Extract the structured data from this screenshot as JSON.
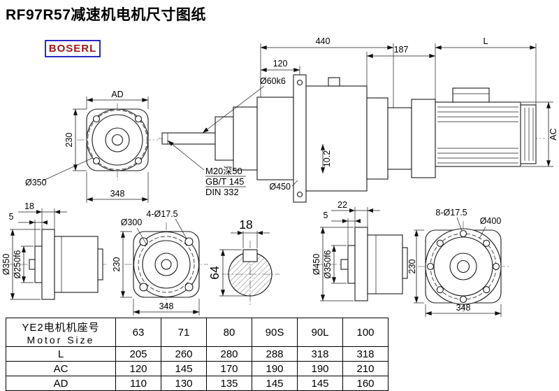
{
  "title": "RF97R57减速机电机尺寸图纸",
  "logo": "BOSERL",
  "front_view": {
    "ad": "AD",
    "h230": "230",
    "d350": "Ø350",
    "w348": "348"
  },
  "main_view": {
    "w440": "440",
    "w120": "120",
    "shaft_dia": "Ø60k6",
    "w187": "187",
    "wL": "L",
    "ac": "AC",
    "note1": "M20深50",
    "note2": "GB/T 145",
    "note3": "DIN 332",
    "flange_dia": "Ø450",
    "key_depth": "10.2"
  },
  "out_flange_side": {
    "t18": "18",
    "t5": "5",
    "d350": "Ø350",
    "d250": "Ø250f6"
  },
  "out_flange_front": {
    "holes": "4-Ø17.5",
    "d300": "Ø300",
    "h230": "230",
    "w348": "348"
  },
  "shaft_section": {
    "key_w": "18",
    "h64": "64"
  },
  "motor_flange_side": {
    "t22": "22",
    "t5": "5",
    "d450": "Ø450",
    "d350": "Ø350f6"
  },
  "motor_flange_front": {
    "holes": "8-Ø17.5",
    "d400": "Ø400",
    "h230": "230",
    "w348": "348"
  },
  "table": {
    "header_cn": "YE2电机机座号",
    "header_en": "Motor Size",
    "sizes": [
      "63",
      "71",
      "80",
      "90S",
      "90L",
      "100"
    ],
    "rows": [
      {
        "label": "L",
        "values": [
          "205",
          "260",
          "280",
          "288",
          "318",
          "318"
        ]
      },
      {
        "label": "AC",
        "values": [
          "120",
          "145",
          "170",
          "190",
          "190",
          "210"
        ]
      },
      {
        "label": "AD",
        "values": [
          "110",
          "130",
          "135",
          "145",
          "145",
          "160"
        ]
      }
    ]
  }
}
